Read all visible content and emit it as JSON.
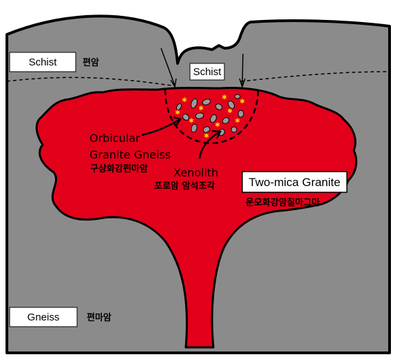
{
  "diagram": {
    "colors": {
      "rock": "#8c8b8b",
      "magma": "#e3001b",
      "outline": "#000000",
      "star": "#ffd400",
      "xenolith": "#9a9a9a",
      "label_box": "#ffffff"
    },
    "labels": {
      "schist_left_box": "Schist",
      "schist_left_korean": "편암",
      "schist_center_box": "Schist",
      "orbicular_line1": "Orbicular",
      "orbicular_line2": "Granite Gneiss",
      "orbicular_korean": "구상화강편마암",
      "xenolith": "Xenolith",
      "xenolith_korean": "포로암 암석조각",
      "two_mica_box": "Two-mica Granite",
      "two_mica_korean": "운모화강암질마그마",
      "gneiss_box": "Gneiss",
      "gneiss_korean": "편마암"
    }
  }
}
